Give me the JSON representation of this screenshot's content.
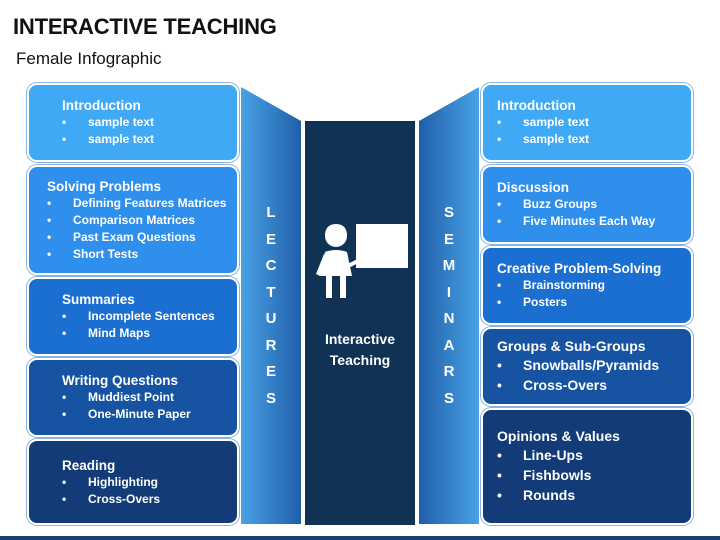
{
  "title": "INTERACTIVE TEACHING",
  "subtitle": "Female Infographic",
  "left_boxes": [
    {
      "heading": "Introduction",
      "items": [
        "sample text",
        "sample text"
      ],
      "color": "#3fa9f5"
    },
    {
      "heading": "Solving Problems",
      "items": [
        "Defining Features Matrices",
        "Comparison Matrices",
        "Past Exam Questions",
        "Short Tests"
      ],
      "color": "#2f8fec"
    },
    {
      "heading": "Summaries",
      "items": [
        "Incomplete Sentences",
        "Mind Maps"
      ],
      "color": "#1a6fd0"
    },
    {
      "heading": "Writing Questions",
      "items": [
        "Muddiest Point",
        "One-Minute Paper"
      ],
      "color": "#1654a3"
    },
    {
      "heading": "Reading",
      "items": [
        "Highlighting",
        "Cross-Overs"
      ],
      "color": "#123b78"
    }
  ],
  "right_boxes": [
    {
      "heading": "Introduction",
      "items": [
        "sample text",
        "sample text"
      ],
      "color": "#3fa9f5"
    },
    {
      "heading": "Discussion",
      "items": [
        "Buzz Groups",
        "Five Minutes Each Way"
      ],
      "color": "#2f8fec"
    },
    {
      "heading": "Creative Problem-Solving",
      "items": [
        "Brainstorming",
        "Posters"
      ],
      "color": "#1a6fd0"
    },
    {
      "heading": "Groups & Sub-Groups",
      "items": [
        "Snowballs/Pyramids",
        "Cross-Overs"
      ],
      "color": "#1654a3"
    },
    {
      "heading": "Opinions & Values",
      "items": [
        "Line-Ups",
        "Fishbowls",
        "Rounds"
      ],
      "color": "#123b78"
    }
  ],
  "left_panel_letters": [
    "L",
    "E",
    "C",
    "T",
    "U",
    "R",
    "E",
    "S"
  ],
  "right_panel_letters": [
    "S",
    "E",
    "M",
    "I",
    "N",
    "A",
    "R",
    "S"
  ],
  "center_label_line1": "Interactive",
  "center_label_line2": "Teaching",
  "icons": {
    "center": "teacher-board-icon"
  }
}
